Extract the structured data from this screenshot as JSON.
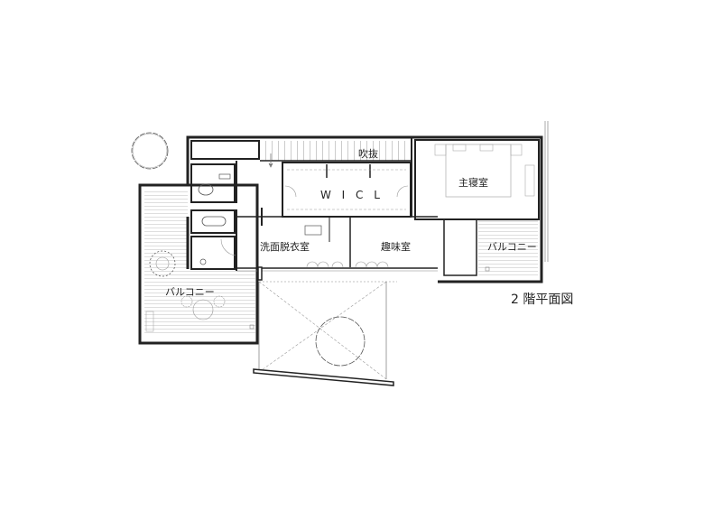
{
  "drawing": {
    "title": "2 階平面図",
    "rooms": {
      "void": "吹抜",
      "walk_in_closet": "W I C L",
      "master_bedroom": "主寝室",
      "washroom": "洗面脱衣室",
      "hobby_room": "趣味室",
      "balcony_east": "バルコニー",
      "balcony_west": "バルコニー"
    }
  },
  "colors": {
    "wall": "#222222",
    "thin_line": "#888888",
    "light_line": "#bbbbbb",
    "background": "#ffffff"
  }
}
